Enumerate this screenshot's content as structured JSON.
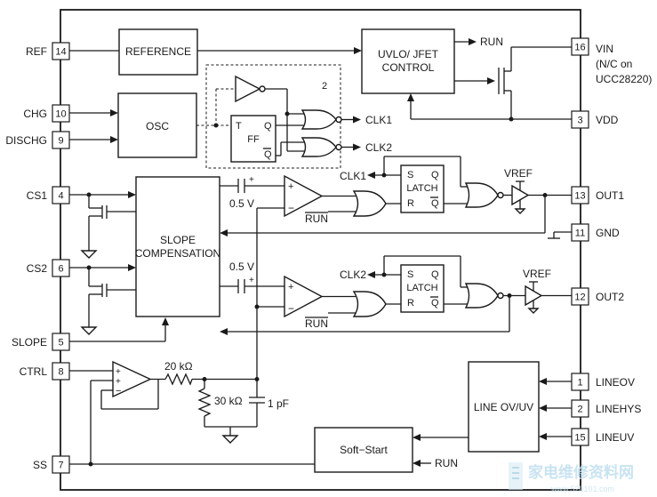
{
  "pins_left": [
    {
      "num": "14",
      "name": "REF"
    },
    {
      "num": "10",
      "name": "CHG"
    },
    {
      "num": "9",
      "name": "DISCHG"
    },
    {
      "num": "4",
      "name": "CS1"
    },
    {
      "num": "6",
      "name": "CS2"
    },
    {
      "num": "5",
      "name": "SLOPE"
    },
    {
      "num": "8",
      "name": "CTRL"
    },
    {
      "num": "7",
      "name": "SS"
    }
  ],
  "pins_right": [
    {
      "num": "16",
      "name": "VIN"
    },
    {
      "num": "3",
      "name": "VDD"
    },
    {
      "num": "13",
      "name": "OUT1"
    },
    {
      "num": "11",
      "name": "GND"
    },
    {
      "num": "12",
      "name": "OUT2"
    },
    {
      "num": "1",
      "name": "LINEOV"
    },
    {
      "num": "2",
      "name": "LINEHYS"
    },
    {
      "num": "15",
      "name": "LINEUV"
    }
  ],
  "vin_note": [
    "(N/C on",
    "UCC28220)"
  ],
  "blocks": {
    "reference": "REFERENCE",
    "uvlo": [
      "UVLO/ JFET",
      "CONTROL"
    ],
    "osc": "OSC",
    "slope": [
      "SLOPE",
      "COMPENSATION"
    ],
    "line_ov_uv": "LINE OV/UV",
    "soft_start": "Soft−Start",
    "latch": "LATCH",
    "ff": "FF"
  },
  "flipflop": {
    "t": "T",
    "q": "Q",
    "qbar": "Q"
  },
  "latch_pins": {
    "s": "S",
    "q": "Q",
    "r": "R",
    "qbar": "Q"
  },
  "labels": {
    "run": "RUN",
    "clk1": "CLK1",
    "clk2": "CLK2",
    "vref": "VREF",
    "offset": "0.5 V",
    "dashed_num": "2",
    "r1": "20 kΩ",
    "r2": "30 kΩ",
    "c1": "1 pF",
    "plus": "+",
    "minus": "−"
  },
  "watermark": {
    "text": "家电维修资料网",
    "url": "www.520101.com"
  }
}
